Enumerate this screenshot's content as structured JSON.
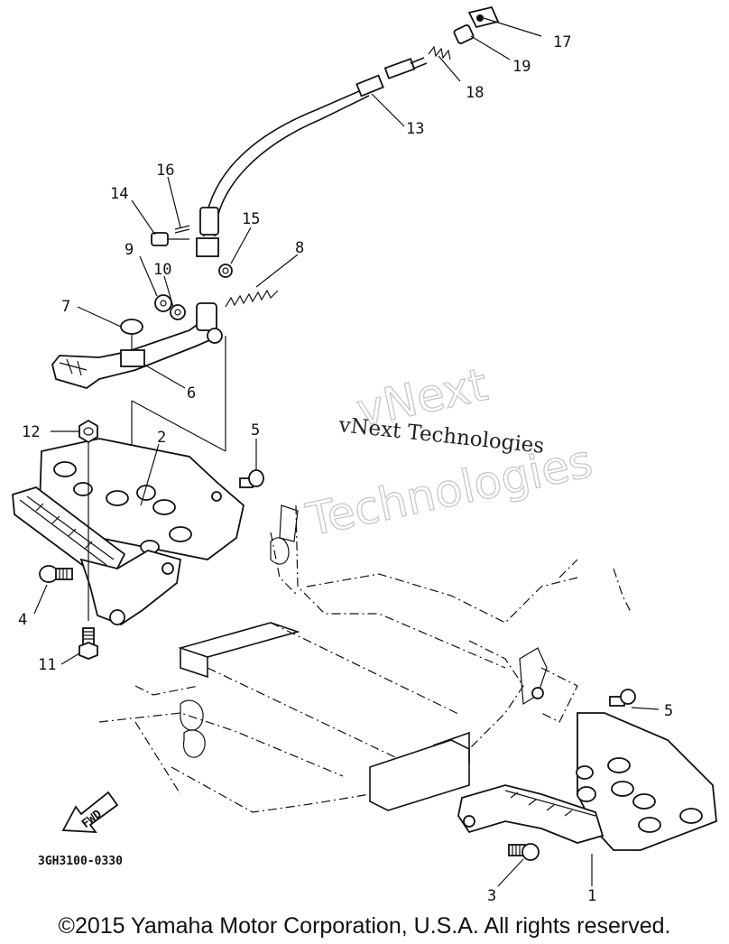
{
  "callouts": {
    "c1": "1",
    "c2": "2",
    "c3": "3",
    "c4": "4",
    "c5a": "5",
    "c5b": "5",
    "c6": "6",
    "c7": "7",
    "c8": "8",
    "c9": "9",
    "c10": "10",
    "c11": "11",
    "c12": "12",
    "c13": "13",
    "c14": "14",
    "c15": "15",
    "c16": "16",
    "c17": "17",
    "c18": "18",
    "c19": "19"
  },
  "watermark": {
    "line1": "vNext Technologies",
    "line2": "vNext",
    "line3": "Technologies"
  },
  "fwd_label": "FWD",
  "drawing_code": "3GH3100-0330",
  "copyright": "©2015 Yamaha Motor Corporation, U.S.A. All rights reserved."
}
